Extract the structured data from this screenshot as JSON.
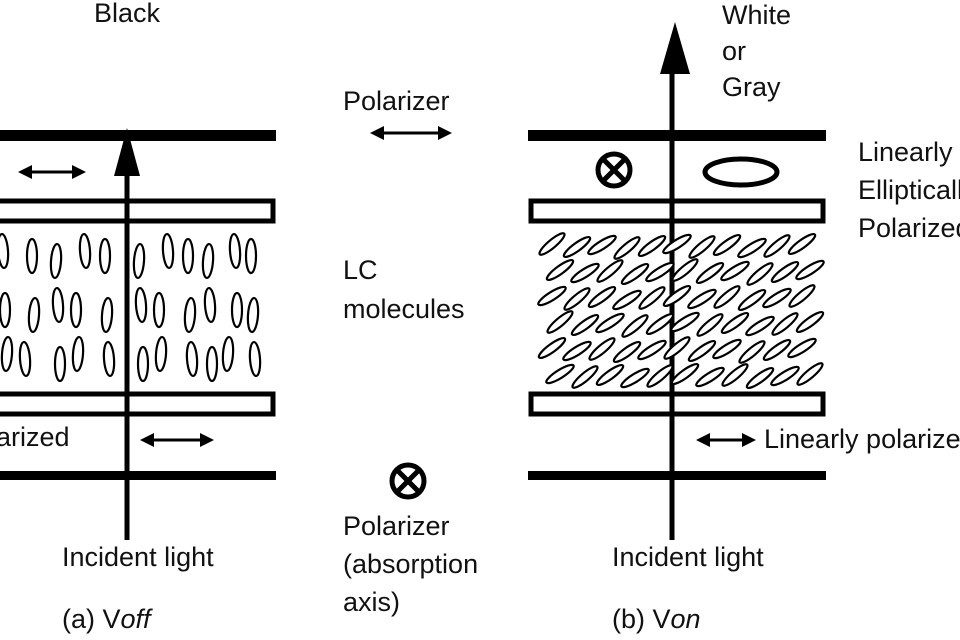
{
  "labels": {
    "black": "Black",
    "white_or_gray_line1": "White",
    "white_or_gray_line2": "or",
    "white_or_gray_line3": "Gray",
    "polarizer_top": "Polarizer",
    "lc_molecules_line1": "LC",
    "lc_molecules_line2": "molecules",
    "polarizer_bottom_line1": "Polarizer",
    "polarizer_bottom_line2": "(absorption",
    "polarizer_bottom_line3": "axis)",
    "linearly_elliptically_line1": "Linearly",
    "linearly_elliptically_line2": "Elliptically",
    "linearly_elliptically_line3": "Polarized",
    "left_polarized_fragment": "arized",
    "right_linearly_polarized": "Linearly polarized",
    "incident_light_left": "Incident light",
    "incident_light_right": "Incident light",
    "caption_a_prefix": "(a) V",
    "caption_a_sub": "off",
    "caption_b_prefix": "(b) V",
    "caption_b_sub": "on"
  },
  "colors": {
    "ink": "#000000",
    "paper": "#ffffff"
  },
  "icons": {
    "arrow": "double-headed-arrow-icon",
    "cross_circle": "circled-x-icon",
    "ellipse": "ellipse-icon",
    "molecule": "lc-molecule-icon"
  }
}
